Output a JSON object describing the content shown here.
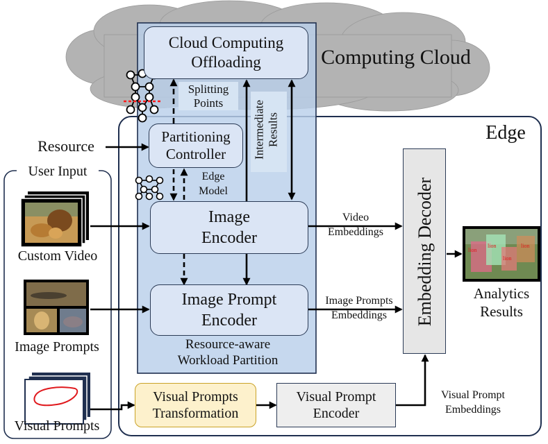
{
  "cloud": {
    "label": "Computing Cloud",
    "offloading_box": {
      "line1": "Cloud Computing",
      "line2": "Offloading"
    }
  },
  "edge": {
    "label": "Edge"
  },
  "resource_label": "Resource",
  "splitting_points": {
    "line1": "Splitting",
    "line2": "Points"
  },
  "intermediate_results": {
    "line1": "Intermediate",
    "line2": "Results"
  },
  "partitioning_controller": {
    "line1": "Partitioning",
    "line2": "Controller"
  },
  "edge_model": {
    "line1": "Edge",
    "line2": "Model"
  },
  "image_encoder": {
    "line1": "Image",
    "line2": "Encoder"
  },
  "image_prompt_encoder": {
    "line1": "Image Prompt",
    "line2": "Encoder"
  },
  "workload_partition": {
    "line1": "Resource-aware",
    "line2": "Workload Partition"
  },
  "user_input": {
    "title": "User Input",
    "custom_video": "Custom Video",
    "image_prompts": "Image Prompts",
    "visual_prompts": "Visual Prompts"
  },
  "video_embeddings": {
    "line1": "Video",
    "line2": "Embeddings"
  },
  "image_prompts_embeddings": {
    "line1": "Image Prompts",
    "line2": "Embeddings"
  },
  "embedding_decoder": "Embedding Decoder",
  "analytics_results": {
    "line1": "Analytics",
    "line2": "Results"
  },
  "result_tags": [
    "lion",
    "lion",
    "lion",
    "lion"
  ],
  "visual_prompts_transformation": {
    "line1": "Visual Prompts",
    "line2": "Transformation"
  },
  "visual_prompt_encoder": {
    "line1": "Visual Prompt",
    "line2": "Encoder"
  },
  "visual_prompt_embeddings": {
    "line1": "Visual Prompt",
    "line2": "Embeddings"
  },
  "colors": {
    "partition_panel": "#b9d0ea",
    "module_box": "#dbe5f5",
    "cloud": "#b3b3b3",
    "transformation_box": "#fdf1cc",
    "transformation_border": "#c9a227",
    "encoder_gray": "#eeeeee",
    "decoder_gray": "#e6e6e6",
    "split_line": "#ff1a1a"
  }
}
